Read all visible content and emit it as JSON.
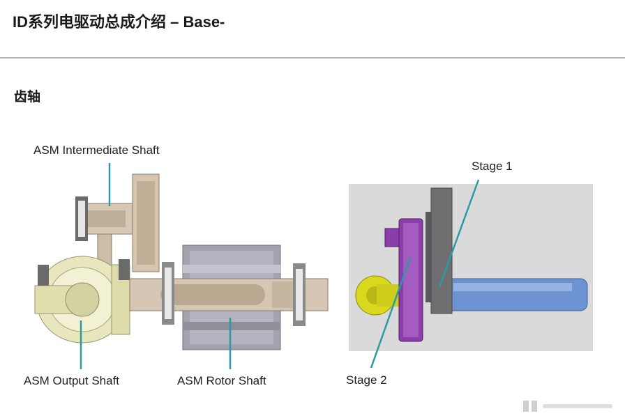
{
  "header": {
    "title": "ID系列电驱动总成介绍 – Base-"
  },
  "section": {
    "title": "齿轴"
  },
  "figure_left": {
    "labels": {
      "intermediate_shaft": "ASM Intermediate Shaft",
      "output_shaft": "ASM Output Shaft",
      "rotor_shaft": "ASM Rotor Shaft"
    }
  },
  "figure_right": {
    "labels": {
      "stage1": "Stage 1",
      "stage2": "Stage 2"
    }
  },
  "colors": {
    "leader_line": "#2a9aa3",
    "shaft": "#c9b59e",
    "differential": "#e8e6b8",
    "motor_housing": "#9a9aa8",
    "gear_purple": "#8a3ca8",
    "gear_yellow": "#d8d820",
    "shaft_blue": "#6a8fd0",
    "panel_bg": "#d9d9d9"
  }
}
